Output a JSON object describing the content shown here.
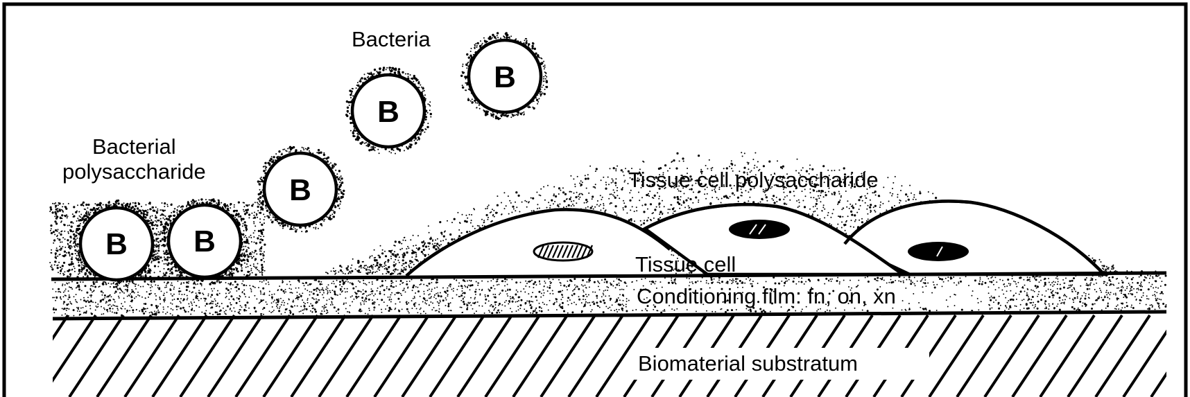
{
  "labels": {
    "bacteria": "Bacteria",
    "bacterial_polysaccharide_line1": "Bacterial",
    "bacterial_polysaccharide_line2": "polysaccharide",
    "tissue_cell_polysaccharide": "Tissue cell polysaccharide",
    "tissue_cell": "Tissue cell",
    "conditioning_film": "Conditioning film: fn, on, xn",
    "biomaterial_substratum": "Biomaterial substratum"
  },
  "bacterium_letter": "B",
  "colors": {
    "ink": "#000000",
    "background": "#ffffff"
  }
}
